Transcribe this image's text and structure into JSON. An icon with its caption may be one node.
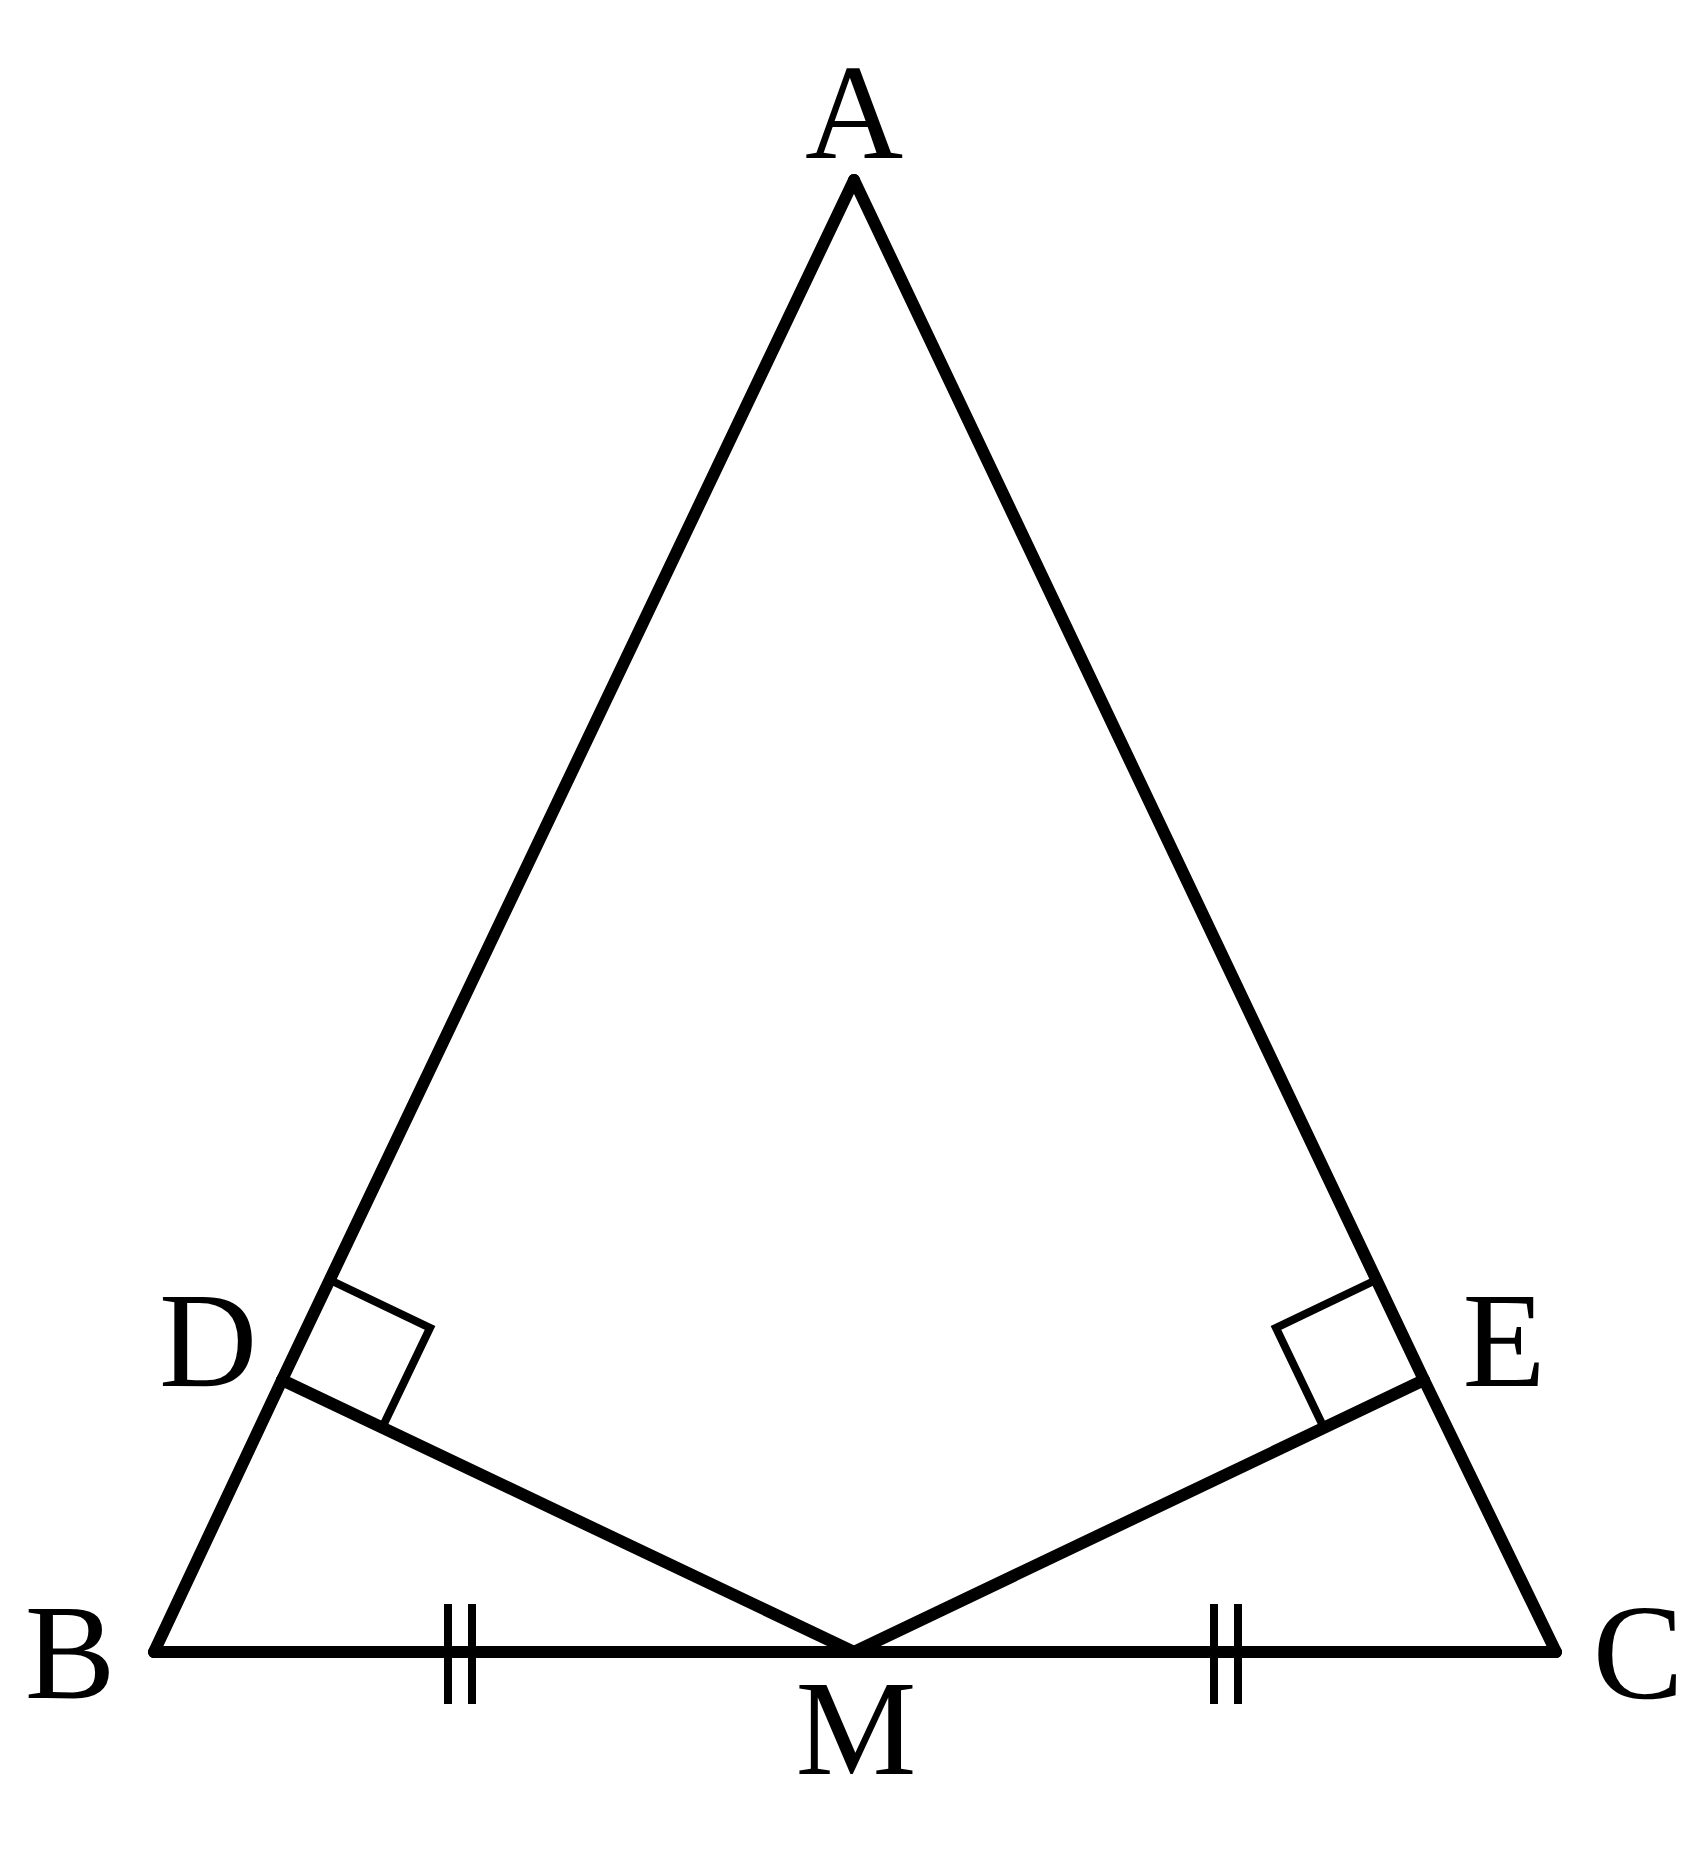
{
  "diagram": {
    "nodes": [
      {
        "text": [
          "A"
        ]
      },
      {
        "text": [
          "B"
        ]
      },
      {
        "text": [
          "C"
        ]
      },
      {
        "text": [
          "D"
        ]
      },
      {
        "text": [
          "E"
        ]
      },
      {
        "text": [
          "M"
        ]
      }
    ],
    "edges": [
      {
        "from": 0,
        "to": 3,
        "arrow": "none"
      },
      {
        "from": 3,
        "to": 1,
        "arrow": "none"
      },
      {
        "from": 1,
        "to": 5,
        "arrow": "none"
      },
      {
        "from": 5,
        "to": 2,
        "arrow": "none"
      },
      {
        "from": 2,
        "to": 4,
        "arrow": "none"
      },
      {
        "from": 4,
        "to": 0,
        "arrow": "none"
      },
      {
        "from": 3,
        "to": 5,
        "arrow": "none"
      },
      {
        "from": 4,
        "to": 5,
        "arrow": "none"
      }
    ]
  }
}
